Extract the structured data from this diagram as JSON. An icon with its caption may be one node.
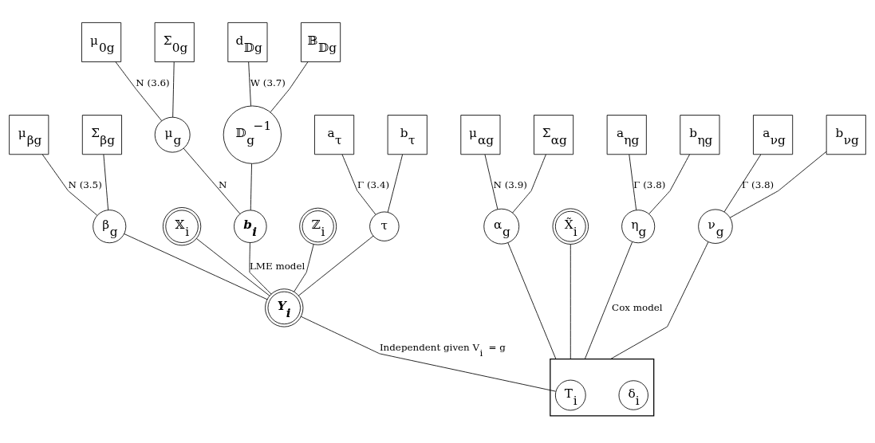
{
  "diagram": {
    "nodes": [
      {
        "text": [
          "μ$_{0g}$"
        ]
      },
      {
        "text": [
          "Σ$_{0g}$"
        ]
      },
      {
        "text": [
          "d$_{𝔻g}$"
        ]
      },
      {
        "text": [
          "𝔹$_{𝔻g}$"
        ]
      },
      {
        "text": [
          "μ$_{βg}$"
        ]
      },
      {
        "text": [
          "Σ$_{βg}$"
        ]
      },
      {
        "text": [
          "μ$_{g}$"
        ]
      },
      {
        "text": [
          "𝔻$_{g}$$^{−1}$"
        ]
      },
      {
        "text": [
          "a$_{τ}$"
        ]
      },
      {
        "text": [
          "b$_{τ}$"
        ]
      },
      {
        "text": [
          "μ$_{αg}$"
        ]
      },
      {
        "text": [
          "Σ$_{αg}$"
        ]
      },
      {
        "text": [
          "a$_{ηg}$"
        ]
      },
      {
        "text": [
          "b$_{ηg}$"
        ]
      },
      {
        "text": [
          "a$_{νg}$"
        ]
      },
      {
        "text": [
          "b$_{νg}$"
        ]
      },
      {
        "text": [
          "β$_{g}$"
        ]
      },
      {
        "text": [
          "𝕏$_{i}$"
        ]
      },
      {
        "text": [
          "b$_{i}$"
        ]
      },
      {
        "text": [
          "ℤ$_{i}$"
        ]
      },
      {
        "text": [
          "τ"
        ]
      },
      {
        "text": [
          "α$_{g}$"
        ]
      },
      {
        "text": [
          "X̃$_{i}$"
        ]
      },
      {
        "text": [
          "η$_{g}$"
        ]
      },
      {
        "text": [
          "ν$_{g}$"
        ]
      },
      {
        "text": [
          "Y$_{i}$"
        ]
      },
      {
        "text": [],
        "shape": "box"
      },
      {
        "text": [
          "T$_{i}$"
        ],
        "in": 26
      },
      {
        "text": [
          "δ$_{i}$"
        ],
        "in": 26
      }
    ],
    "edges": [
      {
        "from": 0,
        "to": 6,
        "arrow": "none",
        "label": "N (3.6)"
      },
      {
        "from": 1,
        "to": 6,
        "arrow": "none"
      },
      {
        "from": 2,
        "to": 7,
        "arrow": "none",
        "label": "W (3.7)"
      },
      {
        "from": 3,
        "to": 7,
        "arrow": "none"
      },
      {
        "from": 4,
        "to": 16,
        "arrow": "none",
        "label": "N (3.5)"
      },
      {
        "from": 5,
        "to": 16,
        "arrow": "none"
      },
      {
        "from": 6,
        "to": 18,
        "arrow": "none",
        "label": "N"
      },
      {
        "from": 7,
        "to": 18,
        "arrow": "none"
      },
      {
        "from": 8,
        "to": 20,
        "arrow": "none",
        "label": "Γ (3.4)"
      },
      {
        "from": 9,
        "to": 20,
        "arrow": "none"
      },
      {
        "from": 10,
        "to": 21,
        "arrow": "none",
        "label": "N (3.9)"
      },
      {
        "from": 11,
        "to": 21,
        "arrow": "none"
      },
      {
        "from": 12,
        "to": 23,
        "arrow": "none",
        "label": "Γ (3.8)"
      },
      {
        "from": 13,
        "to": 23,
        "arrow": "none"
      },
      {
        "from": 14,
        "to": 24,
        "arrow": "none",
        "label": "Γ (3.8)"
      },
      {
        "from": 15,
        "to": 24,
        "arrow": "none"
      },
      {
        "from": 16,
        "to": 25,
        "arrow": "none"
      },
      {
        "from": 17,
        "to": 25,
        "arrow": "none"
      },
      {
        "from": 18,
        "to": 25,
        "arrow": "none",
        "label": "LME model"
      },
      {
        "from": 19,
        "to": 25,
        "arrow": "none"
      },
      {
        "from": 20,
        "to": 25,
        "arrow": "none"
      },
      {
        "from": 21,
        "to": 26,
        "arrow": "none"
      },
      {
        "from": 22,
        "to": 26,
        "arrow": "none"
      },
      {
        "from": 23,
        "to": 26,
        "arrow": "none",
        "label": "Cox model"
      },
      {
        "from": 24,
        "to": 26,
        "arrow": "none"
      },
      {
        "from": 25,
        "to": 27,
        "arrow": "none",
        "label": "Independent given V$_{i}$ = g"
      }
    ]
  }
}
